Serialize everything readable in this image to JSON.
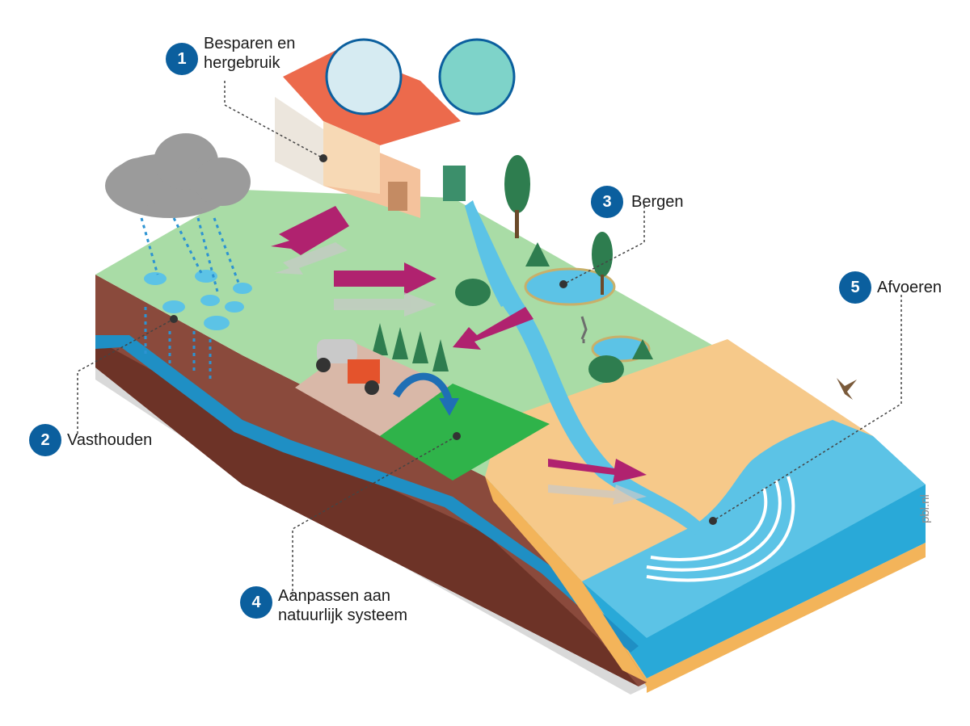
{
  "colors": {
    "badge": "#0b5f9e",
    "grass": "#a9dca6",
    "water": "#5cc3e6",
    "soil": "#8a4a3c",
    "sand": "#f6c98a",
    "arrow": "#b0226f",
    "roof": "#ec6a4c"
  },
  "callouts": [
    {
      "number": "1",
      "lines": [
        "Besparen en",
        "hergebruik"
      ],
      "icon": "house-icon"
    },
    {
      "number": "2",
      "lines": [
        "Vasthouden"
      ],
      "icon": "rain-cloud-icon"
    },
    {
      "number": "3",
      "lines": [
        "Bergen"
      ],
      "icon": "pond-icon"
    },
    {
      "number": "4",
      "lines": [
        "Aanpassen aan",
        "natuurlijk systeem"
      ],
      "icon": "field-icon"
    },
    {
      "number": "5",
      "lines": [
        "Afvoeren"
      ],
      "icon": "sea-outflow-icon"
    }
  ],
  "credit": "pbl.nl"
}
